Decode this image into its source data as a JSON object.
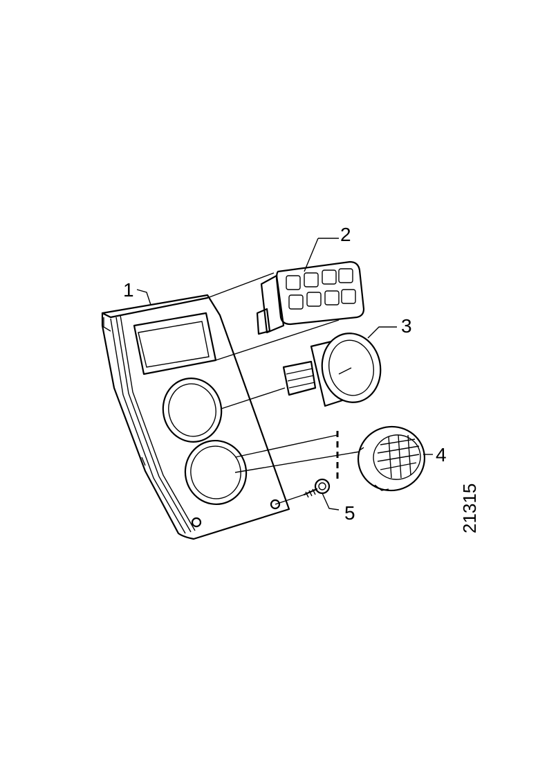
{
  "callouts": {
    "c1": "1",
    "c2": "2",
    "c3": "3",
    "c4": "4",
    "c5": "5"
  },
  "figure_number": "21315",
  "parts": {
    "p1": "instrument-panel",
    "p2": "switch-panel",
    "p3": "gauge",
    "p4": "speaker-grille",
    "p5": "screw"
  },
  "colors": {
    "ink": "#000000",
    "paper": "#ffffff"
  }
}
